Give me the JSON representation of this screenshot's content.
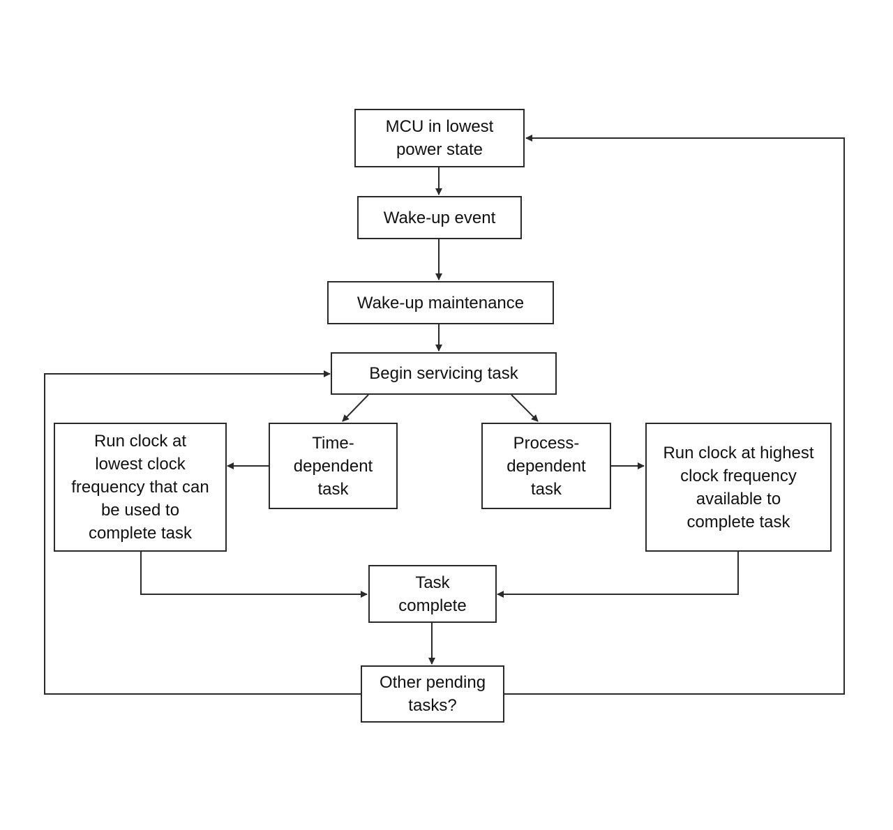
{
  "diagram": {
    "type": "flowchart",
    "nodes": {
      "mcu_low_power": "MCU in lowest\npower state",
      "wake_up_event": "Wake-up event",
      "wake_up_maintenance": "Wake-up maintenance",
      "begin_servicing": "Begin servicing task",
      "time_dependent": "Time-\ndependent\ntask",
      "process_dependent": "Process-\ndependent\ntask",
      "run_lowest_clock": "Run clock at\nlowest clock\nfrequency that can\nbe used to\ncomplete task",
      "run_highest_clock": "Run clock at highest\nclock frequency\navailable to\ncomplete task",
      "task_complete": "Task\ncomplete",
      "other_pending": "Other pending\ntasks?"
    },
    "edges": [
      [
        "mcu_low_power",
        "wake_up_event"
      ],
      [
        "wake_up_event",
        "wake_up_maintenance"
      ],
      [
        "wake_up_maintenance",
        "begin_servicing"
      ],
      [
        "begin_servicing",
        "time_dependent"
      ],
      [
        "begin_servicing",
        "process_dependent"
      ],
      [
        "time_dependent",
        "run_lowest_clock"
      ],
      [
        "process_dependent",
        "run_highest_clock"
      ],
      [
        "run_lowest_clock",
        "task_complete"
      ],
      [
        "run_highest_clock",
        "task_complete"
      ],
      [
        "task_complete",
        "other_pending"
      ],
      [
        "other_pending",
        "begin_servicing"
      ],
      [
        "other_pending",
        "mcu_low_power"
      ]
    ],
    "colors": {
      "line": "#2a2a2a",
      "box_border": "#2a2a2a",
      "text": "#111111"
    }
  }
}
